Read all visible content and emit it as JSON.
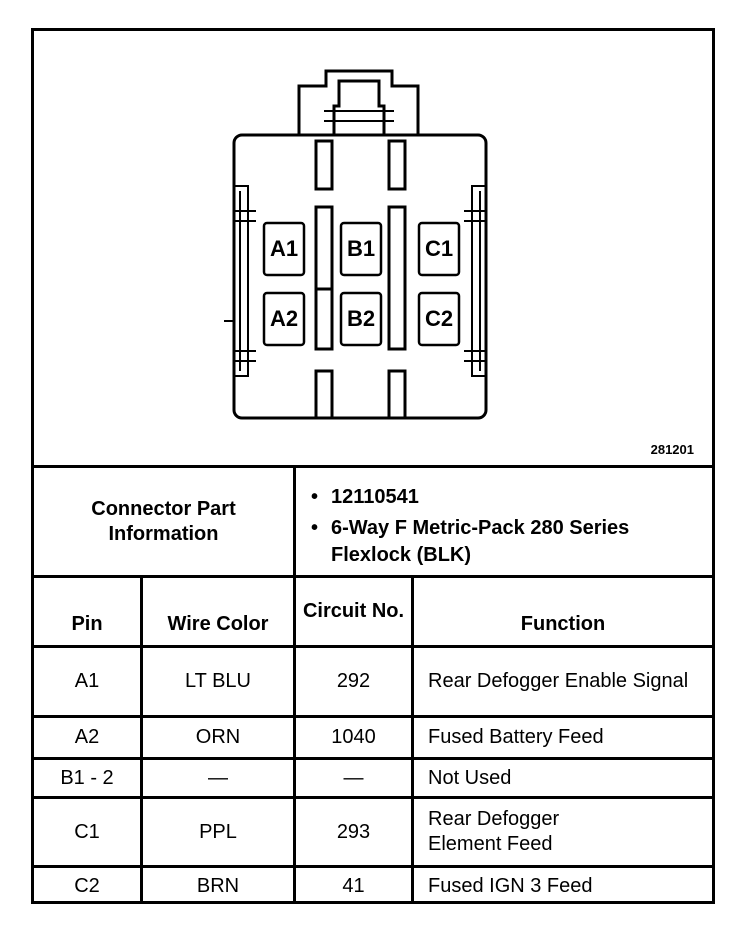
{
  "figure": {
    "figure_id": "281201",
    "cavity_labels": [
      "A1",
      "B1",
      "C1",
      "A2",
      "B2",
      "C2"
    ]
  },
  "connector_info": {
    "label": "Connector Part Information",
    "items": [
      "12110541",
      "6-Way F Metric-Pack 280 Series Flexlock (BLK)"
    ]
  },
  "table": {
    "headers": {
      "pin": "Pin",
      "wire_color": "Wire Color",
      "circuit_no": "Circuit No.",
      "function": "Function"
    },
    "rows": [
      {
        "pin": "A1",
        "wire_color": "LT BLU",
        "circuit_no": "292",
        "function": "Rear Defogger Enable Signal"
      },
      {
        "pin": "A2",
        "wire_color": "ORN",
        "circuit_no": "1040",
        "function": "Fused Battery Feed"
      },
      {
        "pin": "B1 - 2",
        "wire_color": "—",
        "circuit_no": "—",
        "function": "Not Used"
      },
      {
        "pin": "C1",
        "wire_color": "PPL",
        "circuit_no": "293",
        "function": "Rear Defogger Element Feed"
      },
      {
        "pin": "C2",
        "wire_color": "BRN",
        "circuit_no": "41",
        "function": "Fused IGN 3 Feed"
      }
    ]
  }
}
